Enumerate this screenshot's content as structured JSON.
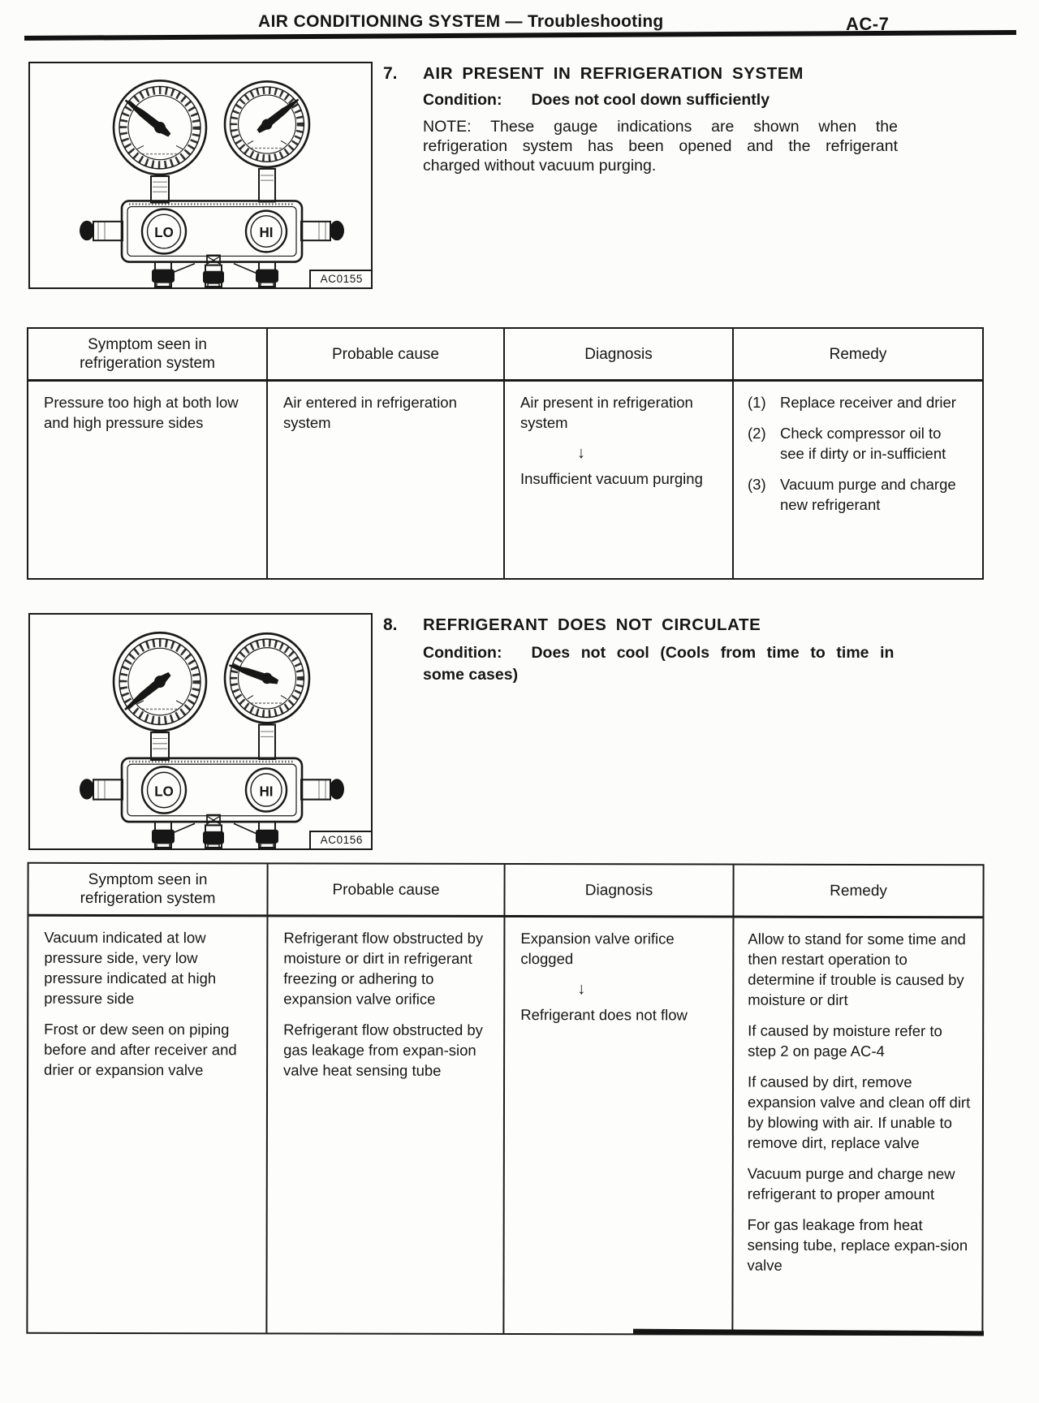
{
  "header": {
    "title_main": "AIR CONDITIONING SYSTEM",
    "title_sep": "—",
    "title_sub": "Troubleshooting",
    "page_code": "AC-7"
  },
  "s7": {
    "number": "7.",
    "title": "AIR PRESENT IN REFRIGERATION SYSTEM",
    "condition_label": "Condition:",
    "condition": "Does not cool down sufficiently",
    "note_lines": [
      "NOTE: These gauge indications are shown when the",
      "refrigeration system has been opened and the refrigerant",
      "charged without vacuum purging."
    ],
    "figure": {
      "code": "AC0155",
      "lo": "LO",
      "hi": "HI"
    },
    "table": {
      "headers": [
        "Symptom seen in refrigeration system",
        "Probable cause",
        "Diagnosis",
        "Remedy"
      ],
      "symptom": [
        "Pressure too high at both low and high pressure sides"
      ],
      "cause": [
        "Air entered in refrigeration system"
      ],
      "diagnosis": {
        "top": "Air present in refrigeration system",
        "arrow": "↓",
        "bottom": "Insufficient vacuum purging"
      },
      "remedy": [
        {
          "num": "(1)",
          "text": "Replace receiver and drier"
        },
        {
          "num": "(2)",
          "text": "Check compressor oil to see if dirty or in-sufficient"
        },
        {
          "num": "(3)",
          "text": "Vacuum purge and charge new refrigerant"
        }
      ]
    }
  },
  "s8": {
    "number": "8.",
    "title": "REFRIGERANT DOES NOT CIRCULATE",
    "condition_label": "Condition:",
    "condition_line1": "Does not cool (Cools from time to time in",
    "condition_line2": "some cases)",
    "figure": {
      "code": "AC0156",
      "lo": "LO",
      "hi": "HI"
    },
    "table": {
      "headers": [
        "Symptom seen in refrigeration system",
        "Probable cause",
        "Diagnosis",
        "Remedy"
      ],
      "symptom": [
        "Vacuum indicated at low pressure side, very low pressure indicated at high pressure side",
        "Frost or dew seen on piping before and after receiver and drier or expansion valve"
      ],
      "cause": [
        "Refrigerant flow obstructed by moisture or dirt in refrigerant freezing or adhering to expansion valve orifice",
        "Refrigerant flow obstructed by gas leakage from expan-sion valve heat sensing tube"
      ],
      "diagnosis": {
        "top": "Expansion valve orifice clogged",
        "arrow": "↓",
        "bottom": "Refrigerant does not flow"
      },
      "remedy": [
        "Allow to stand for some time and then restart operation to determine if trouble is caused by moisture or dirt",
        "If caused by moisture refer to step 2 on page AC-4",
        "If caused by dirt, remove expansion valve and clean off dirt by blowing with air. If unable to remove dirt, replace valve",
        "Vacuum purge and charge new refrigerant to proper amount",
        "For gas leakage from heat sensing tube, replace expan-sion valve"
      ]
    }
  }
}
